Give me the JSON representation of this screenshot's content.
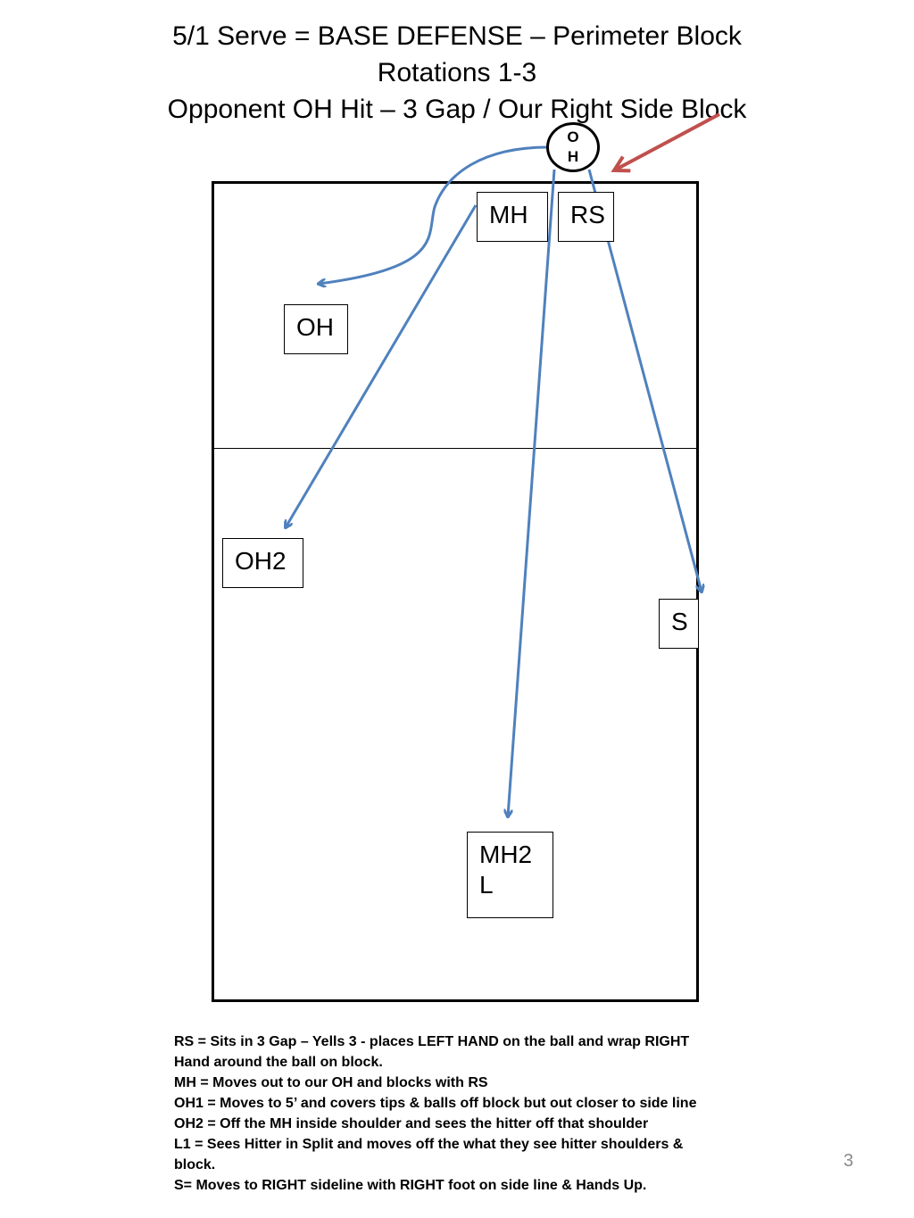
{
  "title": {
    "line1": "5/1 Serve = BASE DEFENSE – Perimeter Block",
    "line2": "Rotations 1-3",
    "line3": "Opponent OH Hit – 3 Gap / Our Right Side Block"
  },
  "opponent": {
    "line1": "O",
    "line2": "H"
  },
  "players": {
    "mh": "MH",
    "rs": "RS",
    "oh": "OH",
    "oh2": "OH2",
    "s": "S",
    "mh2_line1": "MH2",
    "mh2_line2": "L"
  },
  "notes": [
    "RS = Sits in 3 Gap – Yells 3 - places LEFT HAND on the ball and wrap RIGHT",
    "Hand around the ball on block.",
    "MH = Moves out to our OH and blocks with RS",
    "OH1 = Moves to 5’ and covers tips & balls off block but out closer to side line",
    "OH2 = Off the MH inside shoulder and sees the hitter off that shoulder",
    "L1 = Sees Hitter in Split and moves off the what they see hitter shoulders &",
    "block.",
    "S= Moves to RIGHT sideline with RIGHT foot on side line & Hands Up."
  ],
  "page_number": "3",
  "colors": {
    "movement_arrow": "#4f81bd",
    "attack_arrow": "#c0504d"
  }
}
